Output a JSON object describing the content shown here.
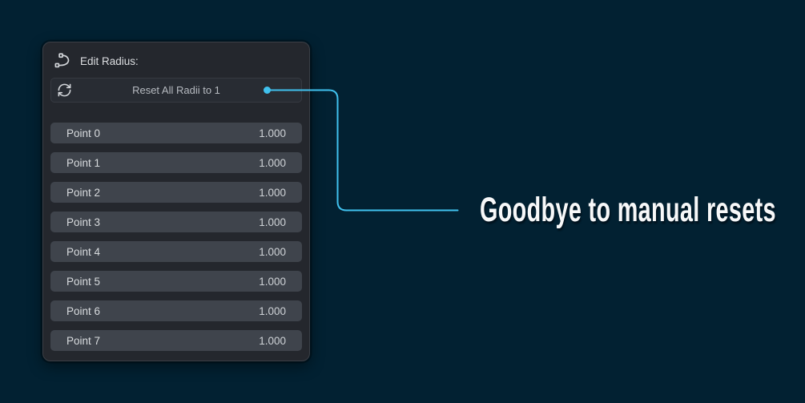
{
  "page": {
    "background": "#022132",
    "accent": "#40c1ee"
  },
  "panel": {
    "header": {
      "icon": "bezier-curve-icon",
      "title": "Edit Radius:"
    },
    "reset_button": {
      "icon": "refresh-icon",
      "label": "Reset All Radii to 1"
    },
    "rows": [
      {
        "label": "Point 0",
        "value": "1.000"
      },
      {
        "label": "Point 1",
        "value": "1.000"
      },
      {
        "label": "Point 2",
        "value": "1.000"
      },
      {
        "label": "Point 3",
        "value": "1.000"
      },
      {
        "label": "Point 4",
        "value": "1.000"
      },
      {
        "label": "Point 5",
        "value": "1.000"
      },
      {
        "label": "Point 6",
        "value": "1.000"
      },
      {
        "label": "Point 7",
        "value": "1.000"
      }
    ]
  },
  "callout": {
    "label": "Goodbye to manual resets"
  }
}
